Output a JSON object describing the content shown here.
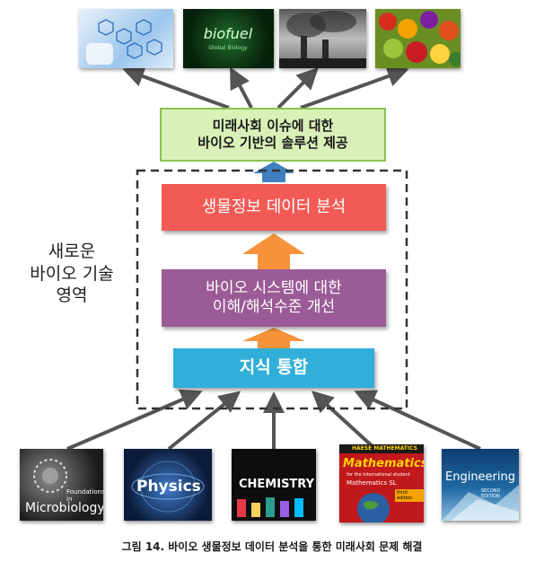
{
  "top_images": [
    {
      "icon": "medical-network-icon"
    },
    {
      "icon": "biofuel-icon",
      "text_main": "biofuel",
      "text_sub": "Global Biology"
    },
    {
      "icon": "power-plant-pollution-icon"
    },
    {
      "icon": "vegetables-icon"
    }
  ],
  "solution_box": {
    "text": "미래사회 이슈에 대한\n바이오 기반의 솔루션 제공",
    "bg": "#d9f0b8",
    "border": "#8cc152"
  },
  "analysis_box": {
    "text": "생물정보 데이터 분석",
    "bg": "#f25b55"
  },
  "system_box": {
    "text": "바이오 시스템에 대한\n이해/해석수준 개선",
    "bg": "#9b5b96"
  },
  "knowledge_box": {
    "text": "지식 통합",
    "bg": "#31afd8"
  },
  "side_label": {
    "text": "새로운\n바이오 기술\n영역"
  },
  "books": [
    {
      "icon": "microbiology-book-icon",
      "title_small": "Foundations in",
      "title": "Microbiology"
    },
    {
      "icon": "physics-book-icon",
      "title": "Physics"
    },
    {
      "icon": "chemistry-book-icon",
      "title": "CHEMISTRY"
    },
    {
      "icon": "mathematics-book-icon",
      "header": "HAESE MATHEMATICS",
      "title": "Mathematics",
      "sub1": "for the international student",
      "sub2": "Mathematics SL",
      "badge": "third edition"
    },
    {
      "icon": "engineering-book-icon",
      "title": "Engineering",
      "sub": "SECOND EDITION"
    }
  ],
  "caption": "그림 14. 바이오 생물정보 데이터 분석을 통한 미래사회 문제 해결",
  "colors": {
    "arrow_gray": "#555555",
    "arrow_orange": "#f6933b",
    "arrow_blue": "#3f7fc1",
    "dashed": "#333333"
  }
}
